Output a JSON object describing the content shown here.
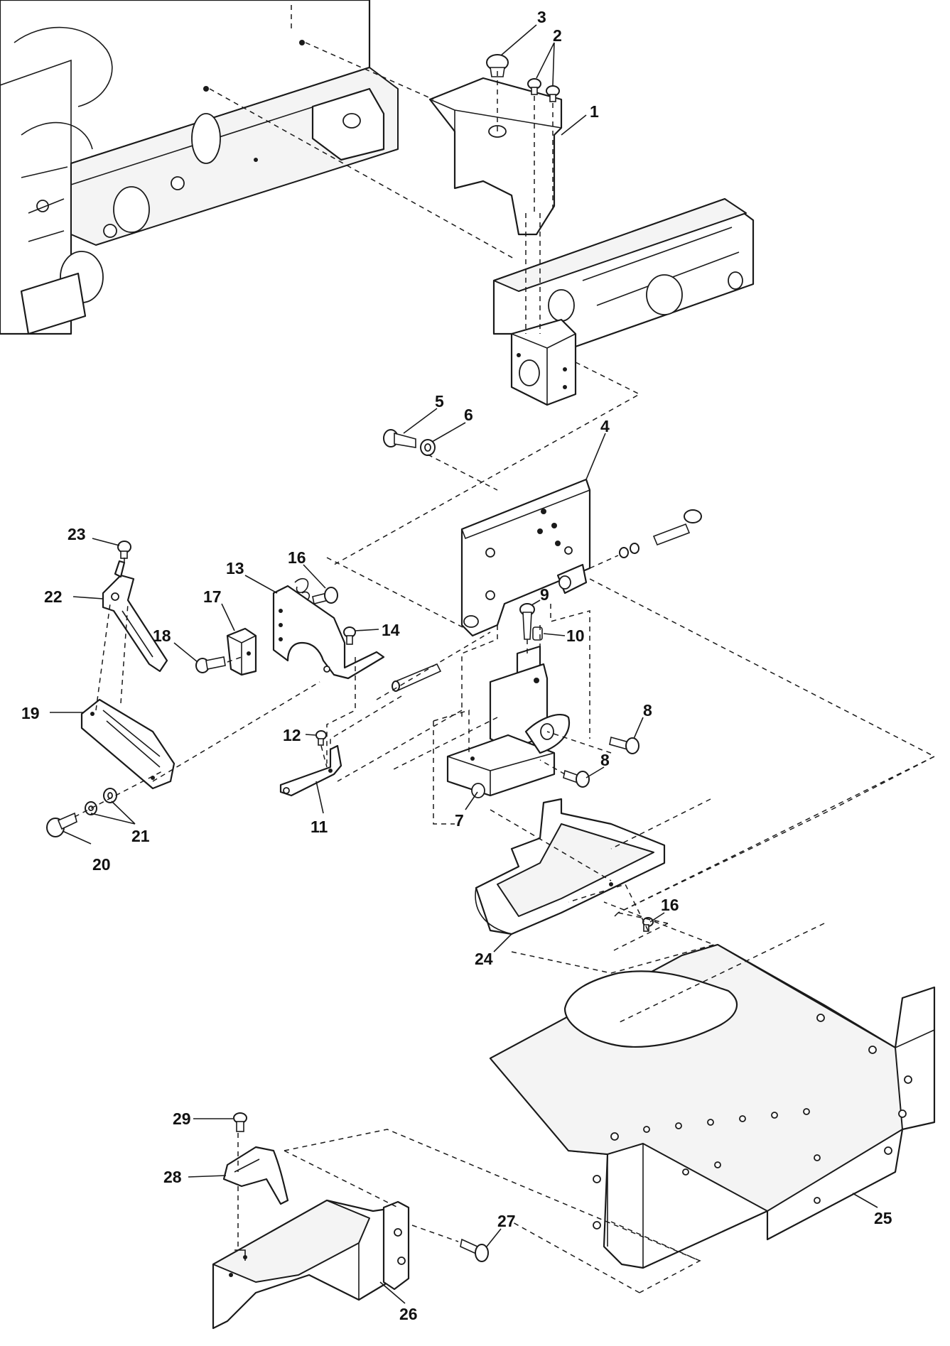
{
  "callouts": {
    "c1": "1",
    "c2": "2",
    "c3": "3",
    "c4": "4",
    "c5": "5",
    "c6": "6",
    "c7": "7",
    "c8a": "8",
    "c8b": "8",
    "c9": "9",
    "c10": "10",
    "c11": "11",
    "c12": "12",
    "c13": "13",
    "c14": "14",
    "c16a": "16",
    "c16b": "16",
    "c17": "17",
    "c18": "18",
    "c19": "19",
    "c20": "20",
    "c21": "21",
    "c22": "22",
    "c23": "23",
    "c24": "24",
    "c25": "25",
    "c26": "26",
    "c27": "27",
    "c28": "28",
    "c29": "29"
  }
}
